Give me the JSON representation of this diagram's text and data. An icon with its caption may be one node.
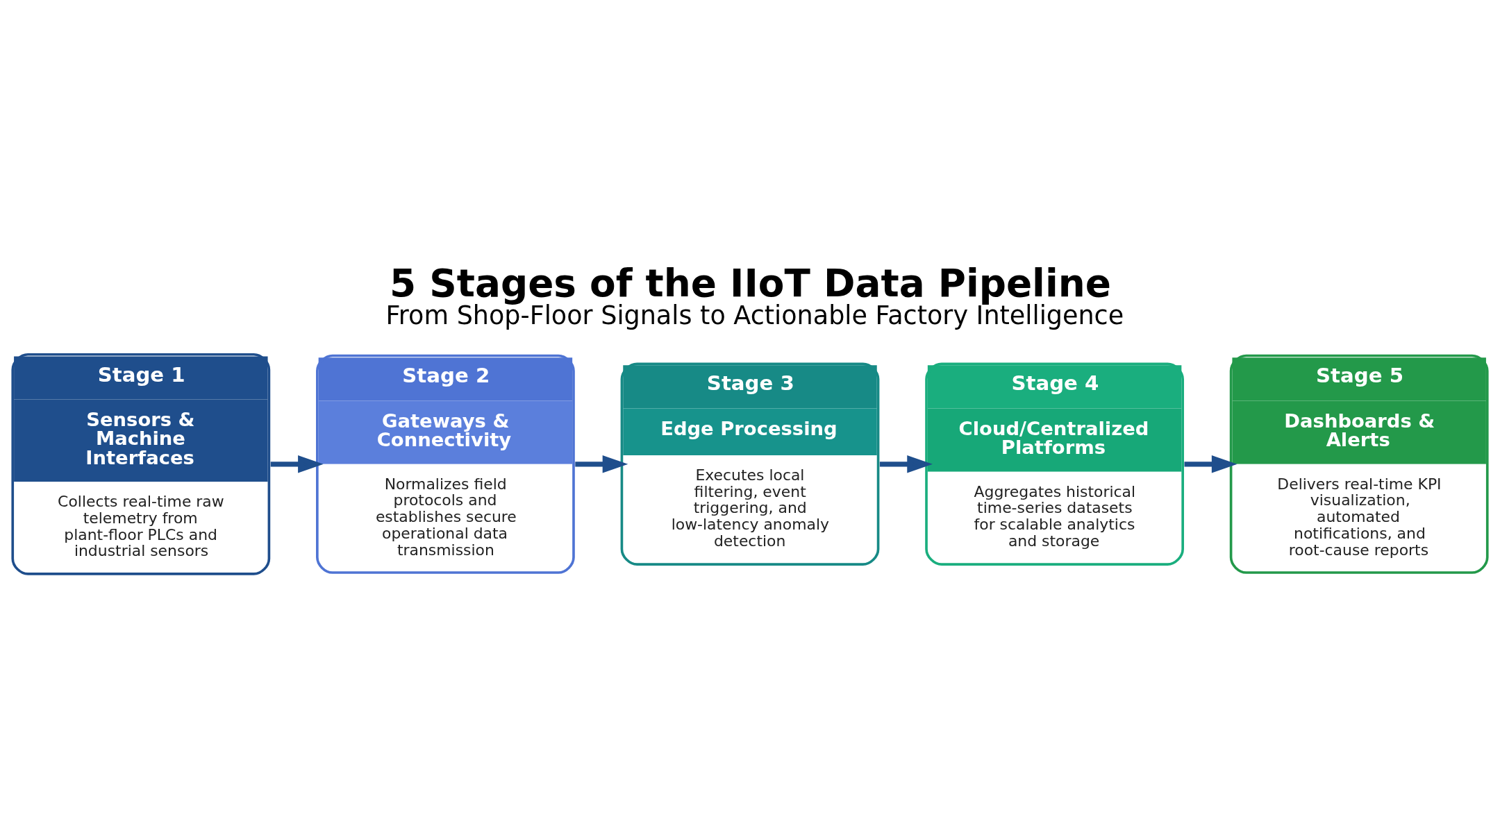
{
  "diagram": {
    "title": "5 Stages of the IIoT Data Pipeline",
    "caption": "From Shop-Floor Signals to Actionable Factory Intelligence",
    "nodes": [
      {
        "text": [
          "Stage 1",
          "Sensors & Machine Interfaces",
          "Collects real-time raw telemetry from plant-floor PLCs and industrial sensors"
        ]
      },
      {
        "text": [
          "Stage 2",
          "Gateways & Connectivity",
          "Normalizes field protocols and establishes secure operational data transmission"
        ]
      },
      {
        "text": [
          "Stage 3",
          "Edge Processing",
          "Executes local filtering, event triggering, and low-latency anomaly detection"
        ]
      },
      {
        "text": [
          "Stage 4",
          "Cloud/Centralized Platforms",
          "Aggregates historical time-series datasets for scalable analytics and storage"
        ]
      },
      {
        "text": [
          "Stage 5",
          "Dashboards & Alerts",
          "Delivers real-time KPI visualization, automated notifications, and root-cause reports"
        ]
      }
    ],
    "edges": [
      {
        "from": 0,
        "to": 1,
        "arrow": "to"
      },
      {
        "from": 1,
        "to": 2,
        "arrow": "to"
      },
      {
        "from": 2,
        "to": 3,
        "arrow": "to"
      },
      {
        "from": 3,
        "to": 4,
        "arrow": "to"
      }
    ]
  }
}
